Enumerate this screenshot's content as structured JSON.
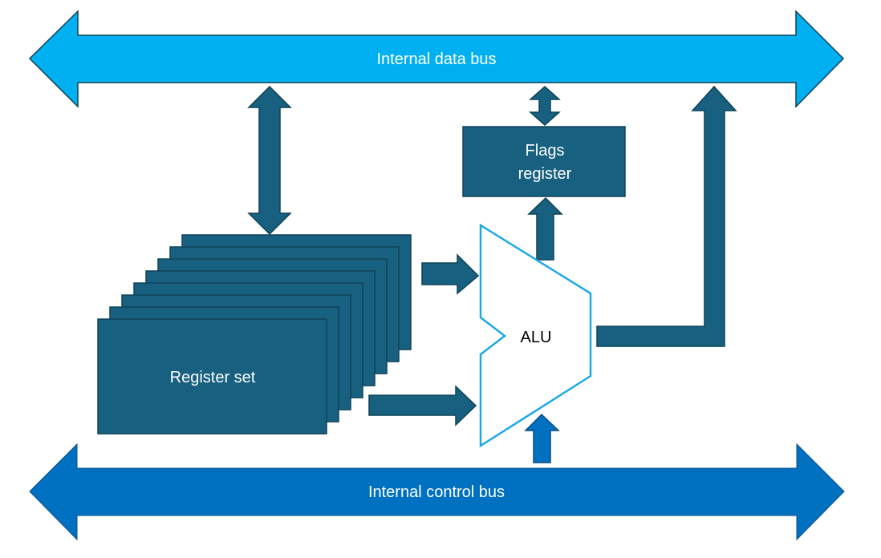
{
  "colors": {
    "data_bus": "#00B0F0",
    "control_bus": "#0070C0",
    "block": "#17607F",
    "block_stroke": "#0E4258",
    "alu_stroke": "#1BA9E6",
    "alu_fill": "#FFFFFF"
  },
  "buses": {
    "data": {
      "label": "Internal data bus"
    },
    "control": {
      "label": "Internal control bus"
    }
  },
  "blocks": {
    "register_set": {
      "label": "Register set",
      "stack_count": 8
    },
    "flags_register": {
      "label_line1": "Flags",
      "label_line2": "register"
    },
    "alu": {
      "label": "ALU"
    }
  }
}
